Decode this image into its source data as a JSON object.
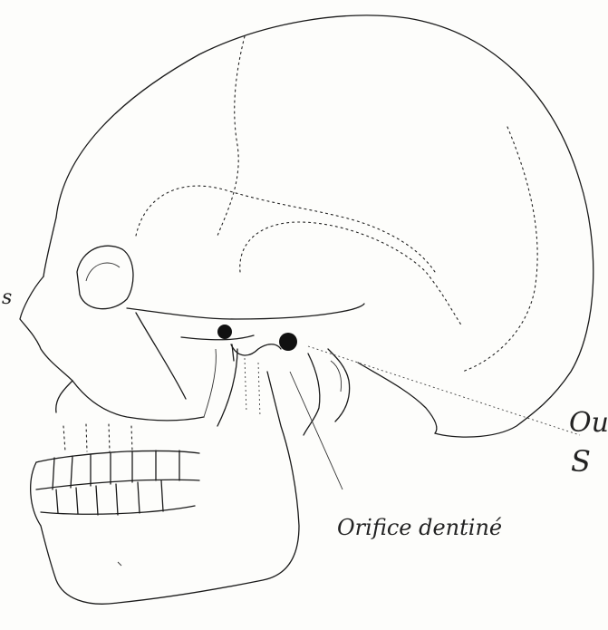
{
  "labels": {
    "left_edge": "s",
    "right_top": "Ou",
    "right_bottom": "S",
    "bottom_caption": "Orifice dentiné"
  }
}
